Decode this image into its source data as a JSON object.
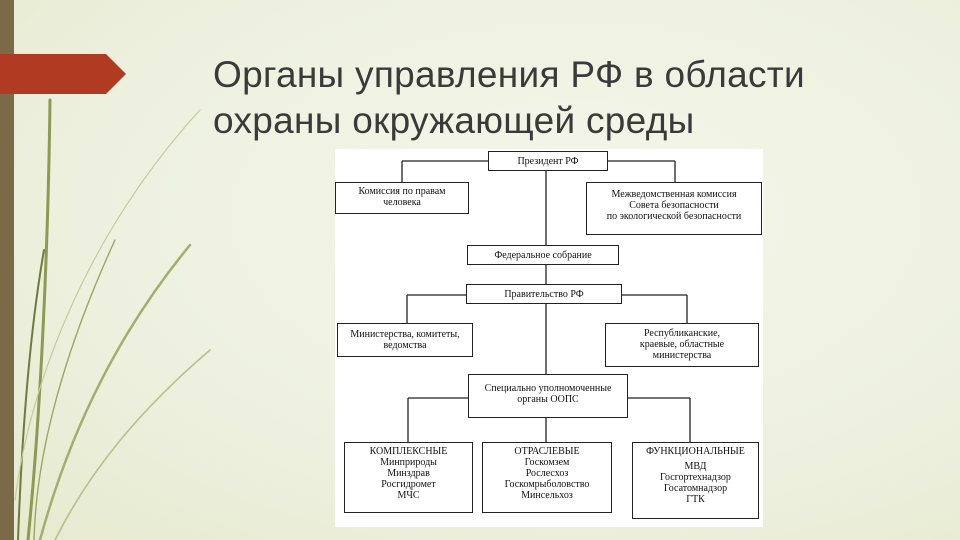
{
  "title": {
    "line1": "Органы управления РФ в области",
    "line2": "охраны окружающей среды"
  },
  "diagram": {
    "president": "Президент РФ",
    "human_rights_commission": [
      "Комиссия по правам",
      "человека"
    ],
    "interagency_commission": [
      "Межведомственная комиссия",
      "Совета безопасности",
      "по экологической безопасности"
    ],
    "federal_assembly": "Федеральное собрание",
    "government": "Правительство РФ",
    "ministries": [
      "Министерства, комитеты,",
      "ведомства"
    ],
    "regional_ministries": [
      "Республиканские,",
      "краевые, областные",
      "министерства"
    ],
    "special_bodies": [
      "Специально уполномоченные",
      "органы ООПС"
    ],
    "complex": [
      "КОМПЛЕКСНЫЕ",
      "Минприроды",
      "Минздрав",
      "Росгидромет",
      "МЧС"
    ],
    "sectoral": [
      "ОТРАСЛЕВЫЕ",
      "Госкомзем",
      "Рослесхоз",
      "Госкомрыболовство",
      "Минсельхоз"
    ],
    "functional": [
      "ФУНКЦИОНАЛЬНЫЕ",
      "МВД",
      "Госгортехнадзор",
      "Госатомнадзор",
      "ГТК"
    ]
  },
  "colors": {
    "accent_arrow": "#b03a22",
    "left_bar": "#7a6a48",
    "grass": "#8c9a56"
  }
}
